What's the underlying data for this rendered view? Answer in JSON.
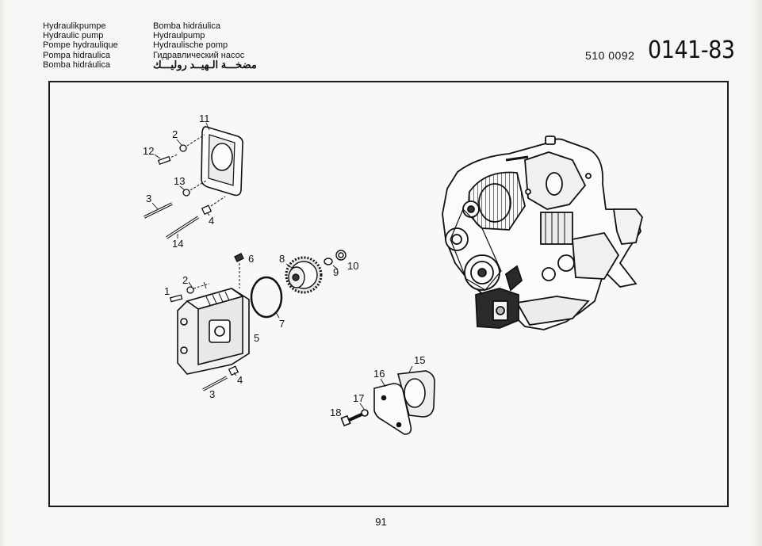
{
  "header": {
    "column1": [
      "Hydraulikpumpe",
      "Hydraulic pump",
      "Pompe hydraulique",
      "Pompa hidraulica",
      "Bomba hidráulica"
    ],
    "column2": [
      "Bomba hidráulica",
      "Hydraulpump",
      "Hydraulische pomp",
      "Гидравлический насос",
      "مضخـــة الـهيــد روليـــك"
    ]
  },
  "doc_number": "510 0092",
  "section_code": "0141-83",
  "page_number": "91",
  "callouts": {
    "c11": "11",
    "c2a": "2",
    "c12": "12",
    "c13": "13",
    "c3a": "3",
    "c4a": "4",
    "c14": "14",
    "c6": "6",
    "c8": "8",
    "c9": "9",
    "c10": "10",
    "c1": "1",
    "c2b": "2",
    "c7": "7",
    "c5": "5",
    "c4b": "4",
    "c3b": "3",
    "c15": "15",
    "c16": "16",
    "c17": "17",
    "c18": "18"
  }
}
